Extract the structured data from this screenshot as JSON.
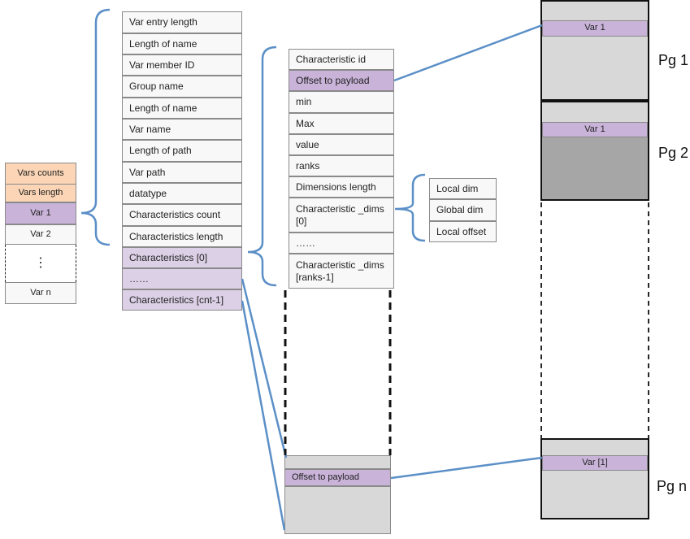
{
  "vars_table": {
    "rows": [
      "Vars counts",
      "Vars length",
      "Var 1",
      "Var 2",
      "⋮",
      "Var n"
    ]
  },
  "var_entry_table": {
    "rows": [
      "Var entry length",
      "Length of name",
      "Var member ID",
      "Group name",
      "Length of name",
      "Var name",
      "Length of path",
      "Var path",
      "datatype",
      "Characteristics count",
      "Characteristics length",
      "Characteristics [0]",
      "……",
      "Characteristics [cnt-1]"
    ]
  },
  "characteristic_table": {
    "rows": [
      "Characteristic id",
      "Offset to payload",
      "min",
      "Max",
      "value",
      "ranks",
      "Dimensions length",
      "Characteristic _dims [0]",
      "……",
      "Characteristic _dims [ranks-1]"
    ]
  },
  "dims_table": {
    "rows": [
      "Local dim",
      "Global dim",
      "Local offset"
    ]
  },
  "lower_characteristic": {
    "offset_label": "Offset to payload"
  },
  "pages": {
    "pg1": {
      "label": "Pg 1",
      "var_label": "Var 1"
    },
    "pg2": {
      "label": "Pg 2",
      "var_label": "Var 1"
    },
    "pgn": {
      "label": "Pg n",
      "var_label": "Var [1]"
    }
  },
  "colors": {
    "connector": "#5b8fc7",
    "highlight_purple": "#c9b3d9",
    "peach": "#fbd5b5",
    "lavender": "#dcd0e6"
  }
}
